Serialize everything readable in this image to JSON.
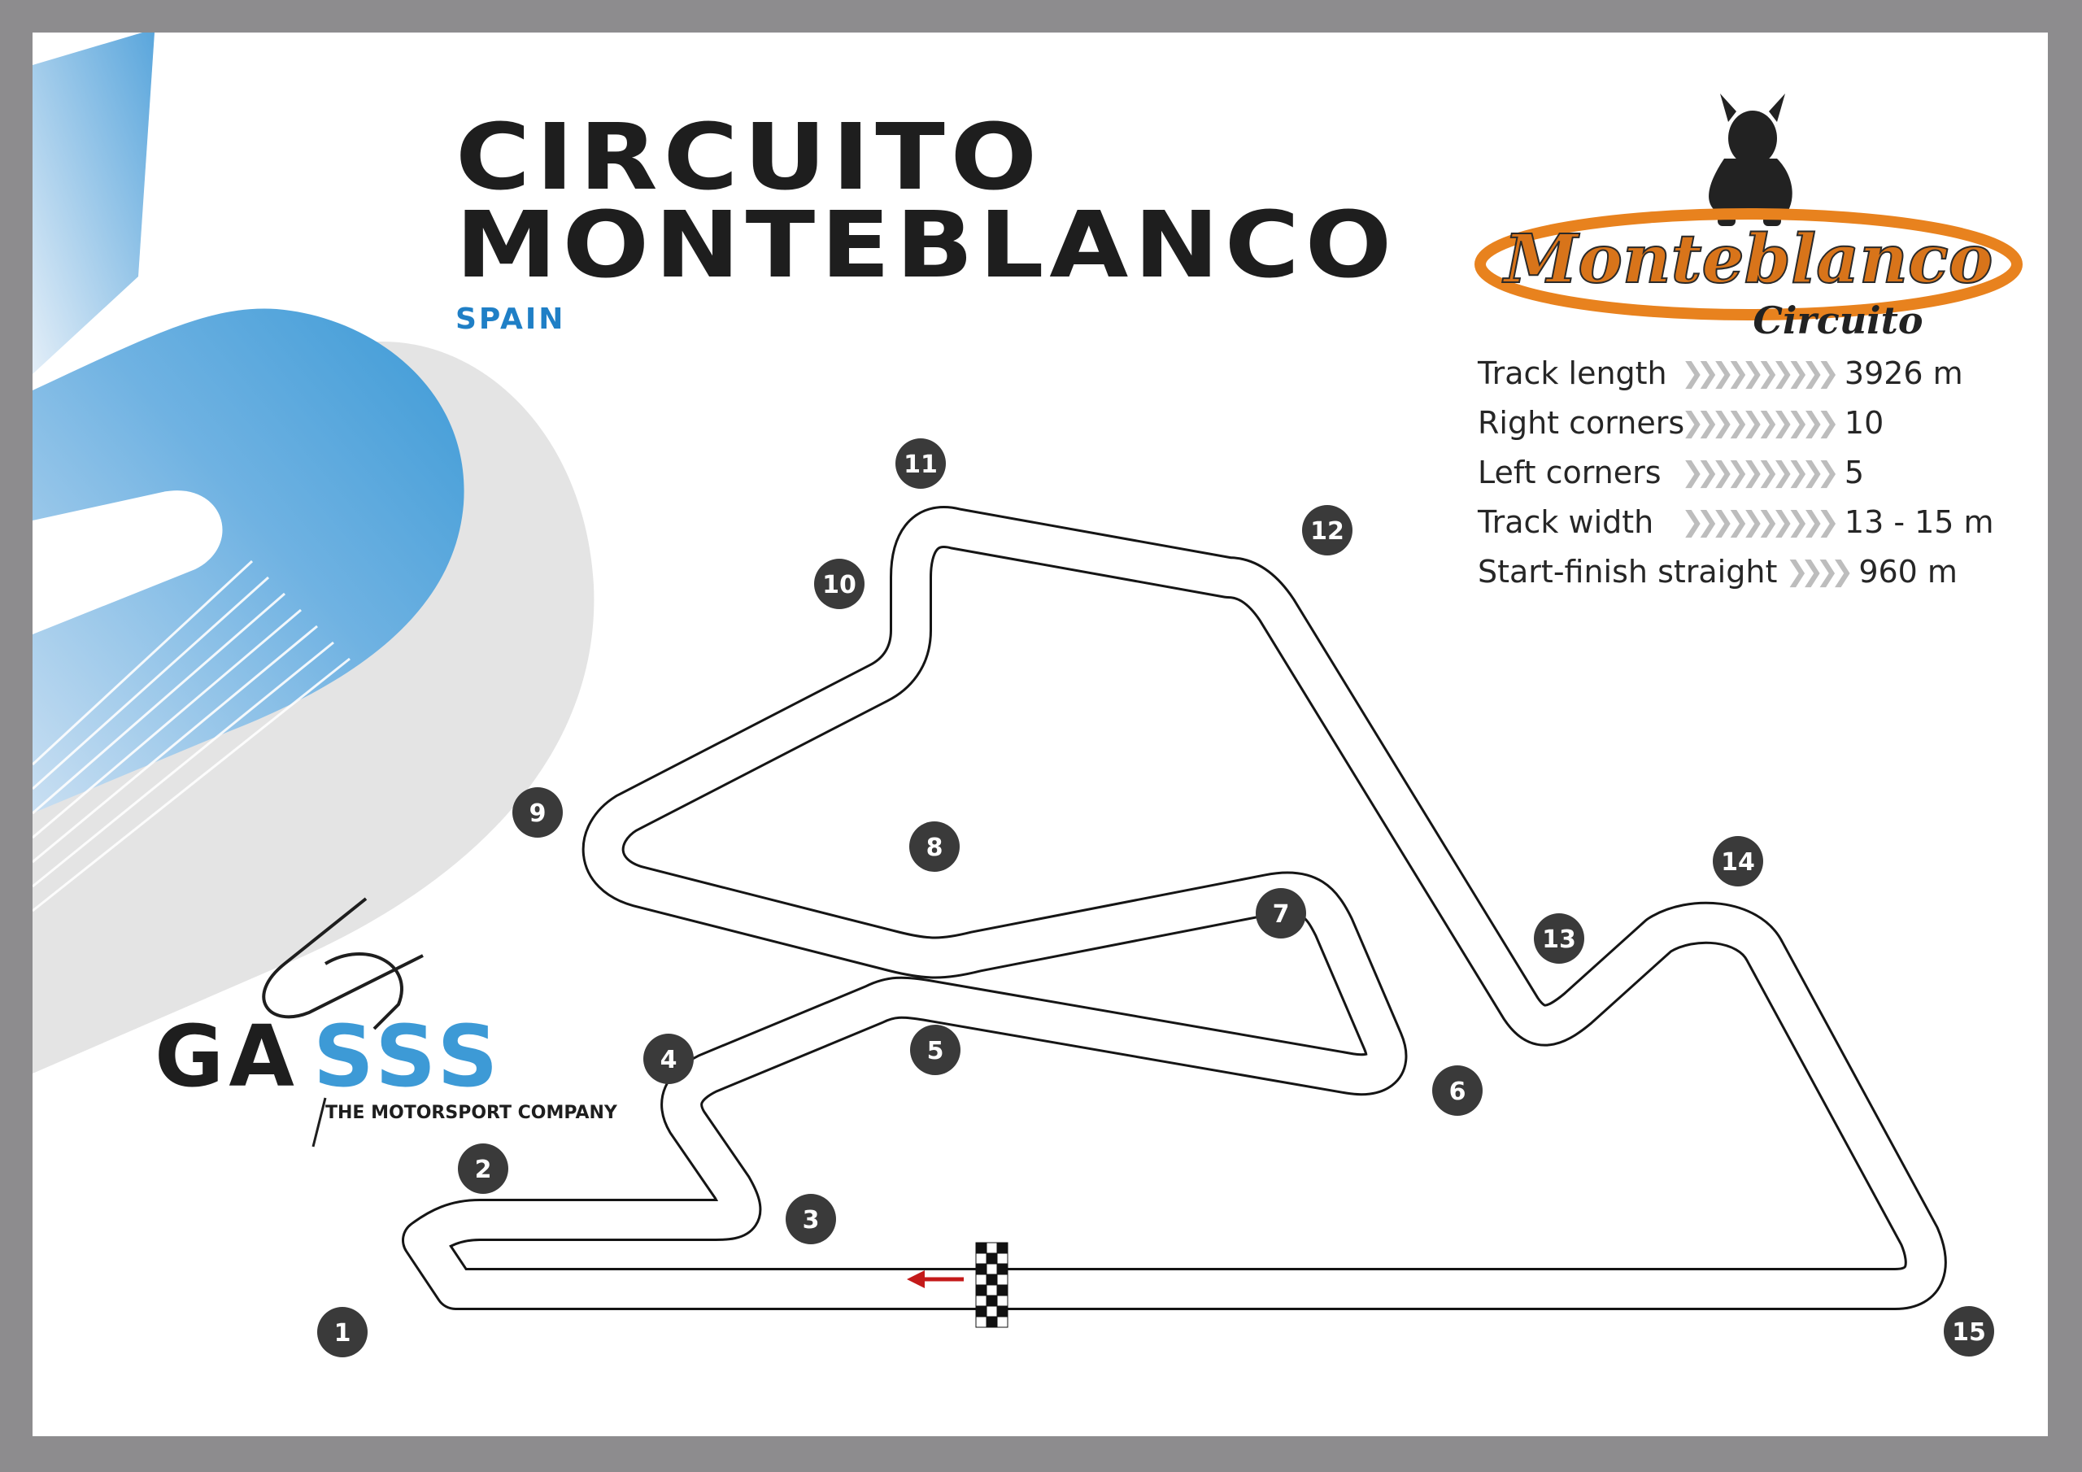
{
  "title": {
    "line1": "CIRCUITO",
    "line2": "MONTEBLANCO"
  },
  "country": "SPAIN",
  "venue_logo": {
    "script": "Monteblanco",
    "sub": "Circuito",
    "colors": {
      "ring": "#e8821e",
      "text": "#d8741a"
    }
  },
  "stats": [
    {
      "label": "Track length",
      "value": "3926 m"
    },
    {
      "label": "Right corners",
      "value": "10"
    },
    {
      "label": "Left corners",
      "value": "5"
    },
    {
      "label": "Track width",
      "value": "13 - 15 m"
    },
    {
      "label": "Start-finish straight",
      "value": "960 m"
    }
  ],
  "corners": [
    "1",
    "2",
    "3",
    "4",
    "5",
    "6",
    "7",
    "8",
    "9",
    "10",
    "11",
    "12",
    "13",
    "14",
    "15"
  ],
  "company": {
    "name_part1": "GA",
    "name_part2": "SSS",
    "tagline": "THE MOTORSPORT COMPANY"
  },
  "colors": {
    "accent_blue": "#4aa5dc",
    "marker": "#3a3a3a",
    "direction_arrow": "#c41a1a"
  }
}
